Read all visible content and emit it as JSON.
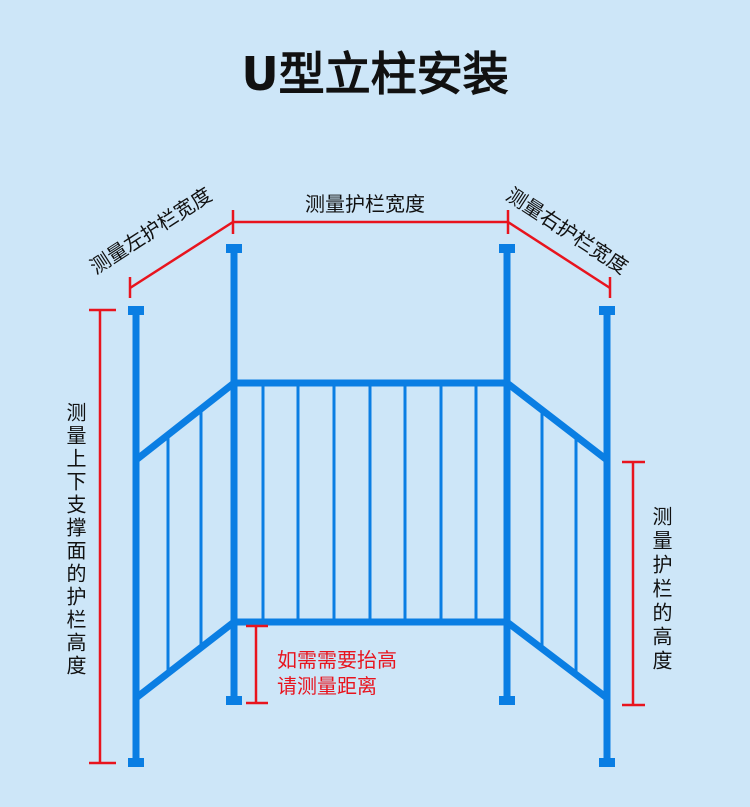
{
  "title": "U型立柱安装",
  "labels": {
    "guardrail_width": "测量护栏宽度",
    "left_guardrail_width": "测量左护栏宽度",
    "right_guardrail_width": "测量右护栏宽度",
    "support_surface_height": "测量上下支撑面的护栏高度",
    "guardrail_height": "测量护栏的高度",
    "lift_note_line1": "如需需要抬高",
    "lift_note_line2": "请测量距离"
  },
  "colors": {
    "background": "#cde6f8",
    "rail": "#0a7ee3",
    "measure": "#e8141e"
  }
}
